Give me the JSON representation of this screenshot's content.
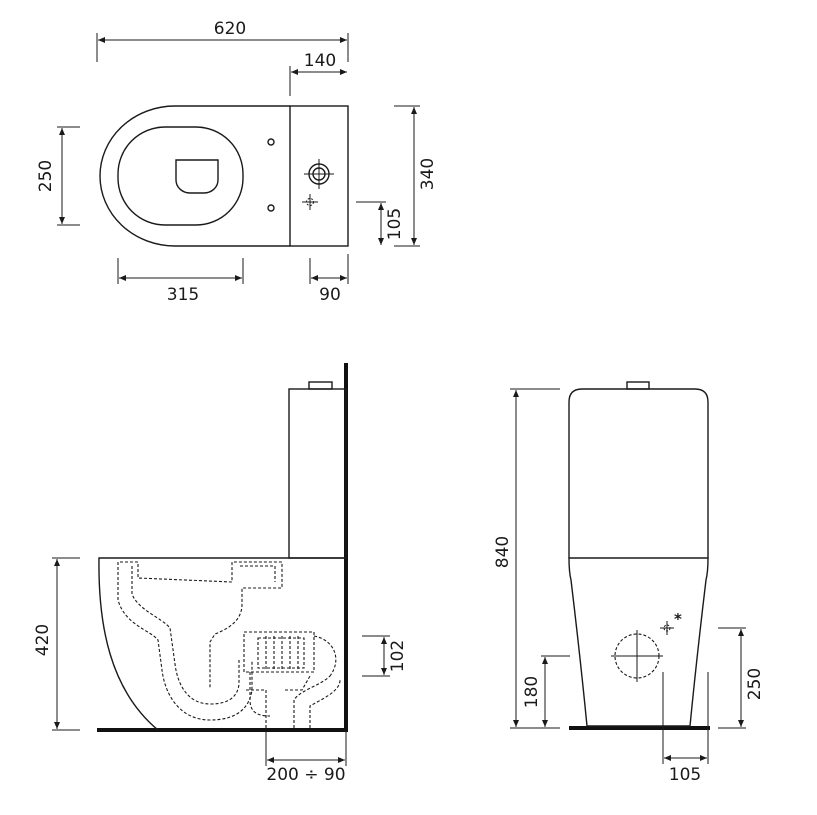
{
  "top_view": {
    "overall_width": "620",
    "tank_depth": "140",
    "seat_width": "250",
    "overall_depth": "340",
    "waste_offset": "105",
    "bowl_length": "315",
    "inlet_offset": "90"
  },
  "side_view": {
    "bowl_height": "420",
    "outlet_height": "102",
    "outlet_distance": "200 ÷ 90"
  },
  "front_view": {
    "overall_height": "840",
    "inlet_height": "180",
    "waste_height": "250",
    "waste_width": "105",
    "asterisk": "*"
  }
}
